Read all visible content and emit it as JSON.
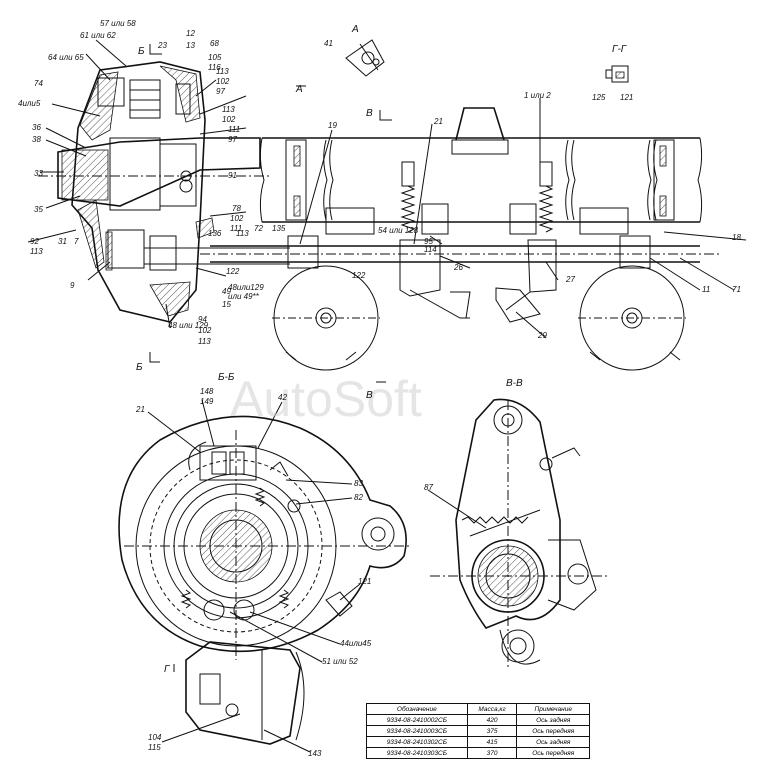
{
  "watermark": "AutoSoft",
  "section_labels": {
    "a": "А",
    "b_b": "Б-Б",
    "v_v": "В-В",
    "g_g": "Г-Г",
    "b": "Б",
    "b2": "Б",
    "v": "В",
    "v2": "В",
    "a2": "А",
    "g": "Г"
  },
  "callouts": [
    "57 или 58",
    "61 или 62",
    "64 или 65",
    "23",
    "12",
    "13",
    "68",
    "105",
    "116",
    "113",
    "102",
    "97",
    "113",
    "102",
    "111",
    "97",
    "4или5",
    "74",
    "36",
    "38",
    "33",
    "35",
    "92",
    "113",
    "31",
    "7",
    "9",
    "91",
    "78",
    "102",
    "111",
    "136",
    "113",
    "72",
    "135",
    "19",
    "21",
    "1 или 2",
    "54 или 128",
    "95",
    "114",
    "26",
    "27",
    "122",
    "122",
    "48или129",
    "или 49**",
    "49",
    "15",
    "94",
    "102",
    "113",
    "48 или 129",
    "29",
    "11",
    "71",
    "18",
    "41",
    "125",
    "121",
    "21",
    "148",
    "149",
    "42",
    "83",
    "82",
    "87",
    "121",
    "44или45",
    "51 или 52",
    "104",
    "115",
    "143"
  ],
  "table": {
    "headers": [
      "Обозначение",
      "Масса,кг",
      "Примечание"
    ],
    "rows": [
      [
        "9334-08-2410002СБ",
        "420",
        "Ось задняя"
      ],
      [
        "9334-08-2410003СБ",
        "375",
        "Ось передняя"
      ],
      [
        "9334-08-2410302СБ",
        "415",
        "Ось задняя"
      ],
      [
        "9334-08-2410303СБ",
        "370",
        "Ось передняя"
      ]
    ]
  }
}
